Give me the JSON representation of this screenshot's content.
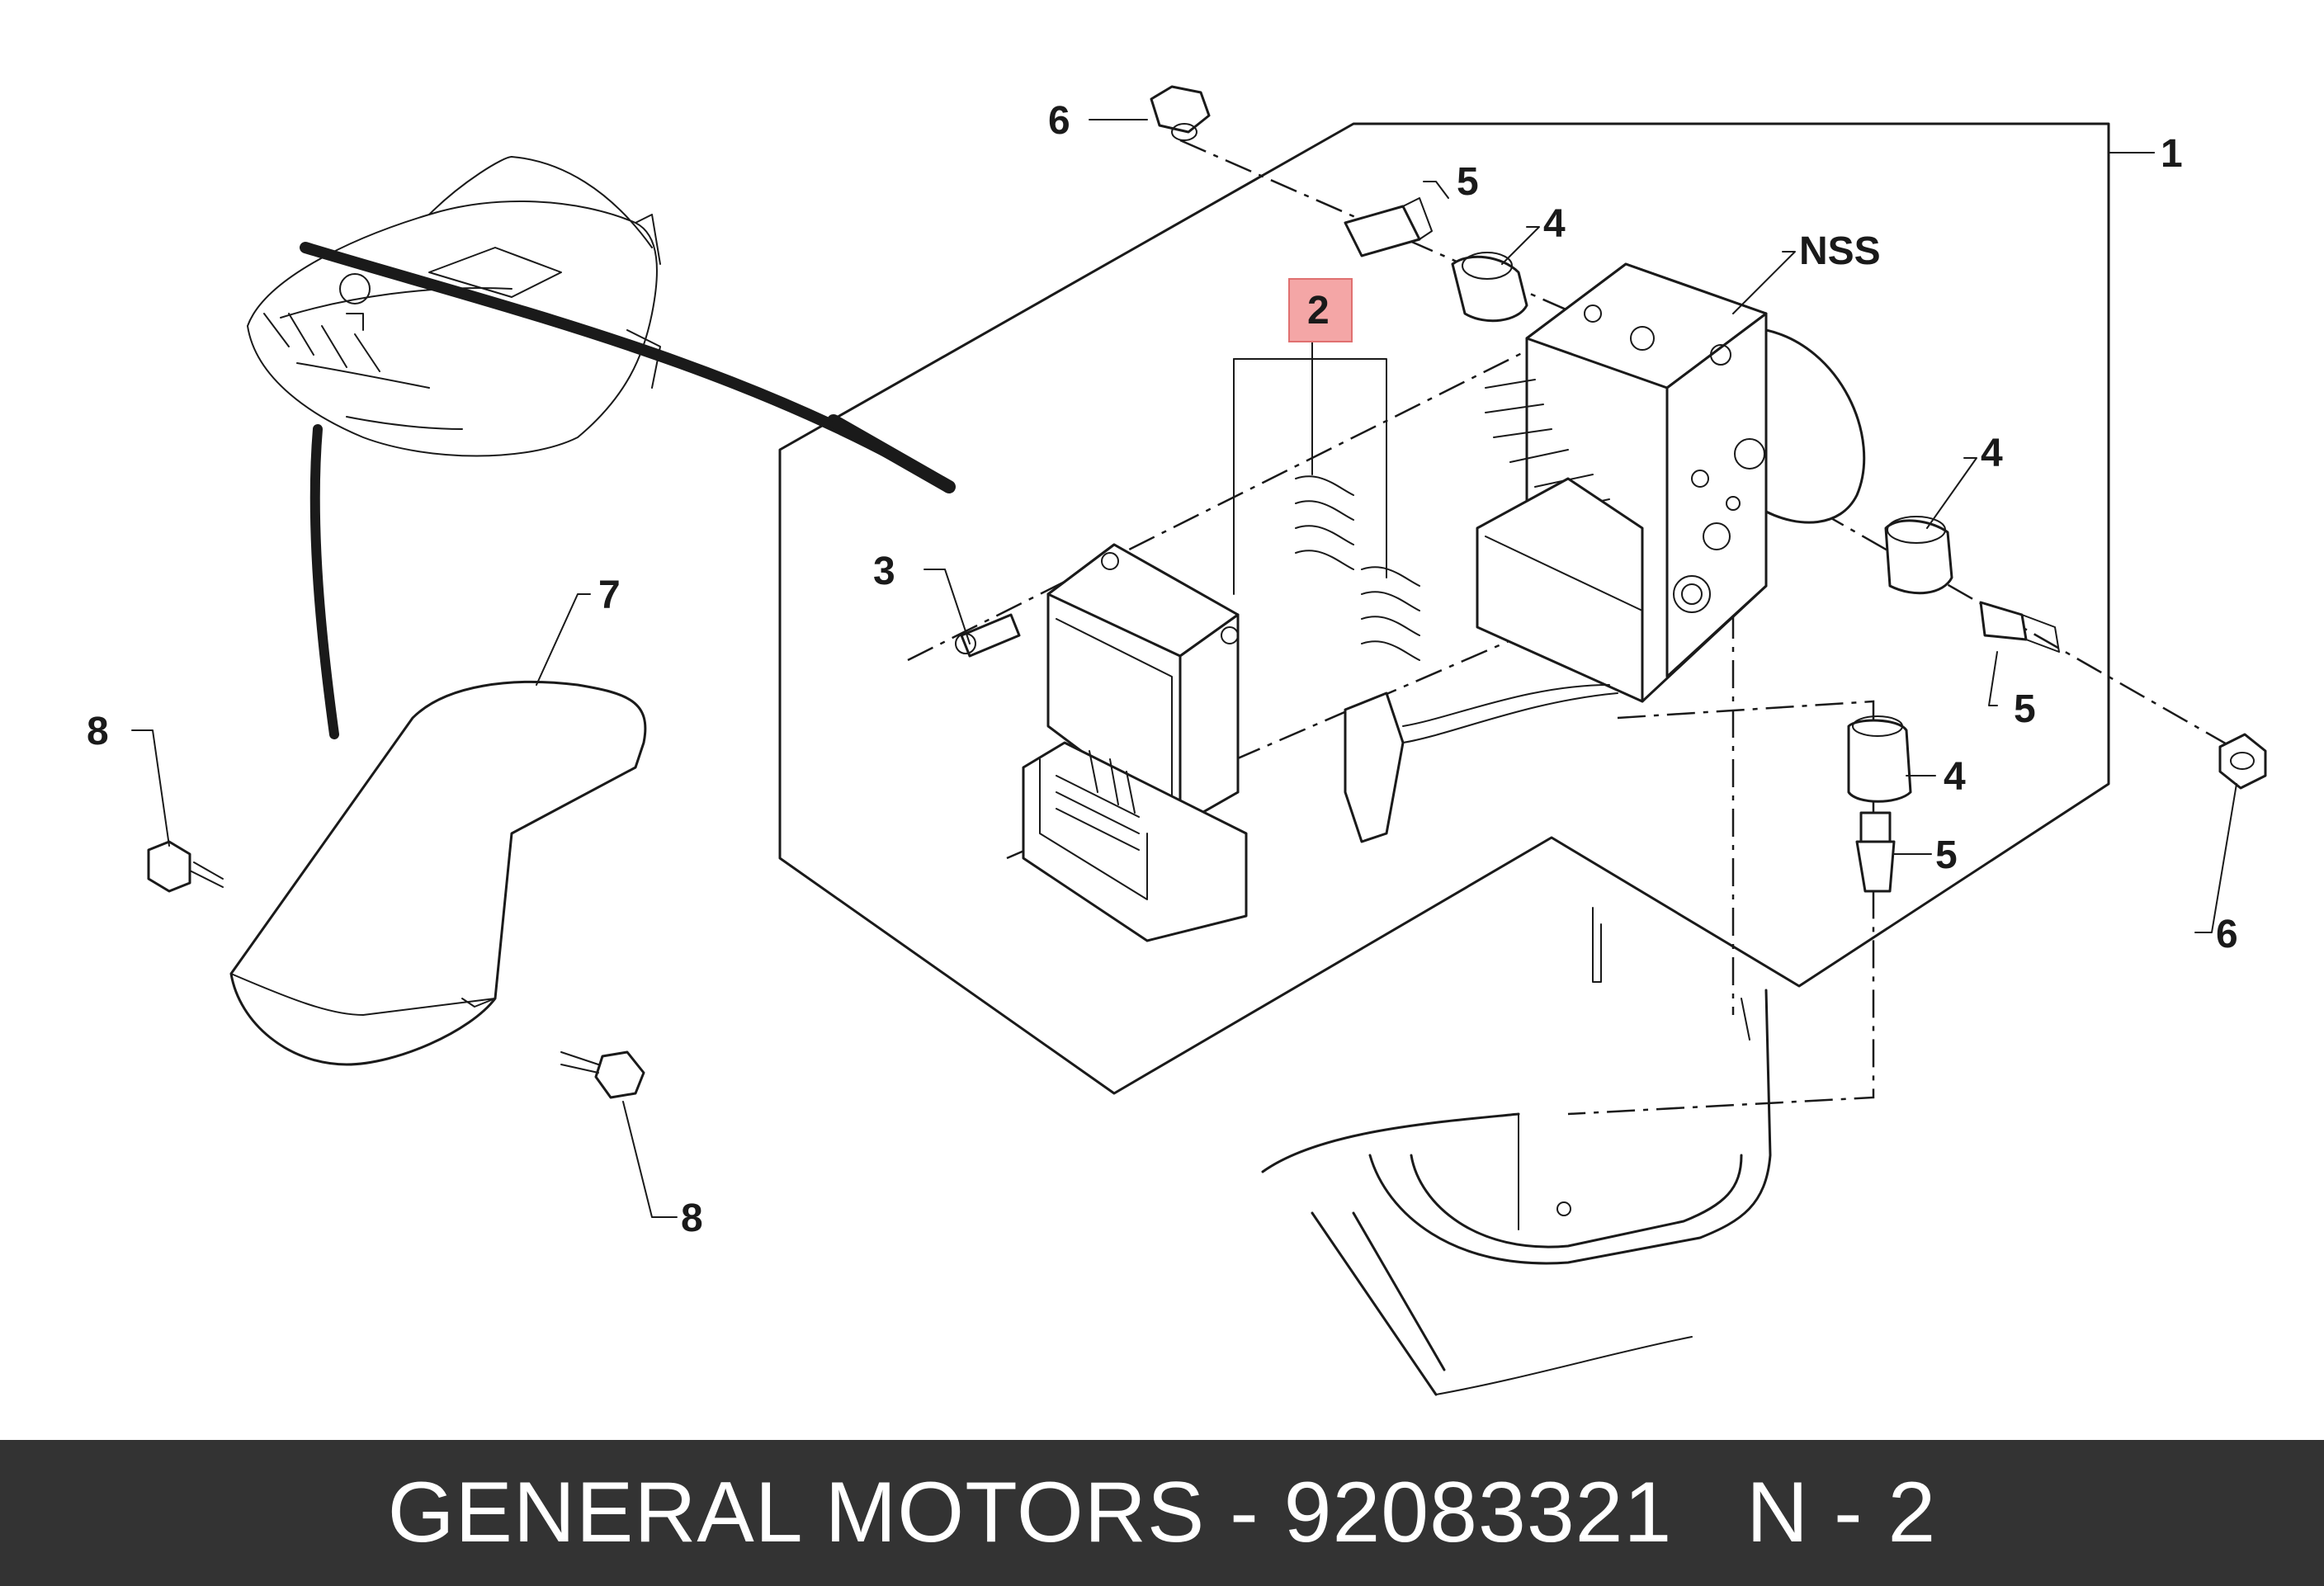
{
  "labels": {
    "l1": "1",
    "l2": "2",
    "l3": "3",
    "l4a": "4",
    "l4b": "4",
    "l4c": "4",
    "l5a": "5",
    "l5b": "5",
    "l5c": "5",
    "l6a": "6",
    "l6b": "6",
    "l7": "7",
    "l8a": "8",
    "l8b": "8",
    "nss": "NSS"
  },
  "highlight_color": "#f4a6a6",
  "footer": {
    "text": "GENERAL MOTORS - 92083321   N - 2"
  }
}
